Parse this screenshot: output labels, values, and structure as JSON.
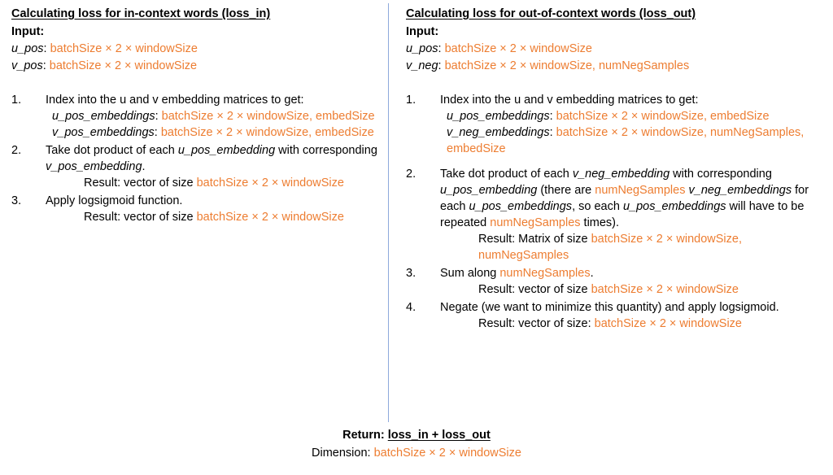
{
  "colors": {
    "dimension_orange": "#ED7D31",
    "divider_blue": "#8EA9DB",
    "text_black": "#000000",
    "background": "#FFFFFF"
  },
  "left_column": {
    "heading": "Calculating loss for in-context words (loss_in)",
    "input_label": "Input:",
    "inputs": [
      {
        "name": "u_pos",
        "sep": ": ",
        "dim": "batchSize × 2 × windowSize"
      },
      {
        "name": "v_pos",
        "sep": ": ",
        "dim": "batchSize × 2 × windowSize"
      }
    ],
    "steps": [
      {
        "num": "1.",
        "text": "Index into the u  and v embedding matrices to get:",
        "sub": [
          {
            "name": "u_pos_embeddings",
            "sep": ": ",
            "dim": "batchSize × 2 × windowSize, embedSize"
          },
          {
            "name": "v_pos_embeddings",
            "sep": ": ",
            "dim": "batchSize × 2 × windowSize, embedSize"
          }
        ]
      },
      {
        "num": "2.",
        "text_a": "Take dot product of each ",
        "text_b": "u_pos_embedding",
        "text_c": " with corresponding ",
        "text_d": "v_pos_embedding",
        "text_e": ".",
        "result_label": "Result: vector of size ",
        "result_dim": "batchSize × 2 × windowSize"
      },
      {
        "num": "3.",
        "text": "Apply logsigmoid function.",
        "result_label": "Result: vector of size ",
        "result_dim": "batchSize × 2 × windowSize"
      }
    ]
  },
  "right_column": {
    "heading": "Calculating loss for out-of-context words (loss_out)",
    "input_label": "Input:",
    "inputs": [
      {
        "name": "u_pos",
        "sep": ": ",
        "dim": "batchSize × 2 × windowSize"
      },
      {
        "name": "v_neg",
        "sep": ": ",
        "dim": "batchSize × 2 × windowSize, numNegSamples"
      }
    ],
    "steps": [
      {
        "num": "1.",
        "text": "Index into the u  and v embedding matrices to get:",
        "sub": [
          {
            "name": "u_pos_embeddings",
            "sep": ": ",
            "dim": "batchSize × 2 × windowSize, embedSize"
          },
          {
            "name": "v_neg_embeddings",
            "sep": ": ",
            "dim": "batchSize × 2 × windowSize, numNegSamples, embedSize"
          }
        ]
      },
      {
        "num": "2.",
        "p1": "Take dot product of each ",
        "p2": "v_neg_embedding",
        "p3": " with corresponding ",
        "p4": "u_pos_embedding",
        "p5": " (there are ",
        "p6": "numNegSamples",
        "p7": " ",
        "p8": "v_neg_embeddings",
        "p9": " for each ",
        "p10": "u_pos_embeddings",
        "p11": ", so each ",
        "p12": "u_pos_embeddings",
        "p13": " will have to be repeated ",
        "p14": "numNegSamples",
        "p15": " times).",
        "result_label": "Result: Matrix of size ",
        "result_dim": "batchSize × 2 × windowSize, numNegSamples"
      },
      {
        "num": "3.",
        "t1": "Sum along ",
        "t2": "numNegSamples",
        "t3": ".",
        "result_label": "Result: vector of size ",
        "result_dim": "batchSize × 2 × windowSize"
      },
      {
        "num": "4.",
        "text": "Negate (we want to minimize this quantity) and apply logsigmoid.",
        "result_label": "Result:  vector of size: ",
        "result_dim": "batchSize × 2 × windowSize"
      }
    ]
  },
  "footer": {
    "return_label": "Return: ",
    "return_value": "loss_in + loss_out",
    "dimension_label": "Dimension: ",
    "dimension_value": "batchSize × 2 × windowSize"
  }
}
